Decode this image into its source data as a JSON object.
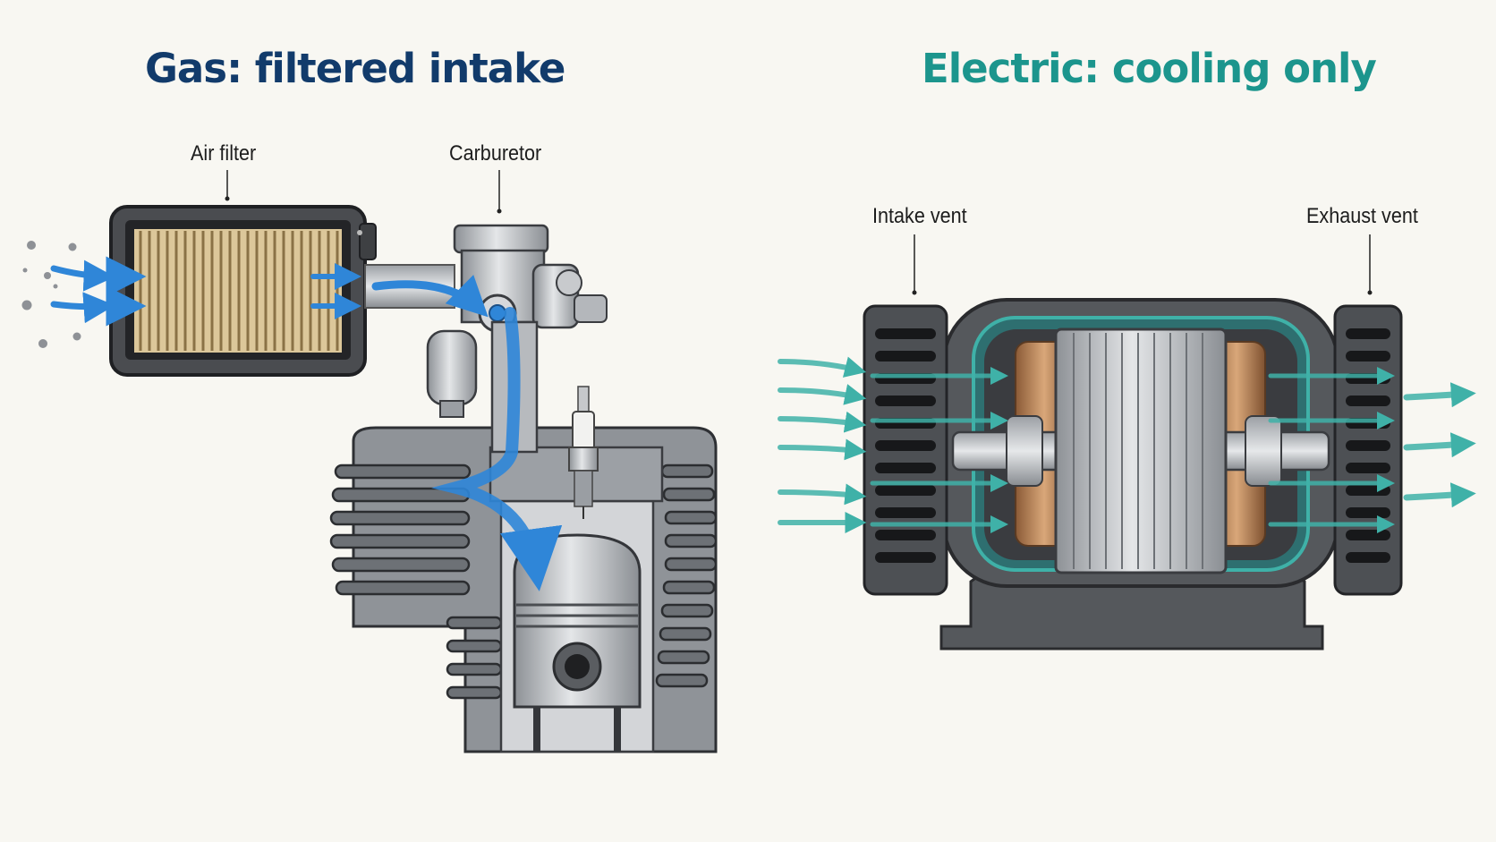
{
  "panels": {
    "gas": {
      "title": "Gas: filtered intake",
      "labels": {
        "air_filter": "Air filter",
        "carburetor": "Carburetor"
      }
    },
    "electric": {
      "title": "Electric: cooling only",
      "labels": {
        "intake_vent": "Intake vent",
        "exhaust_vent": "Exhaust vent"
      }
    }
  },
  "colors": {
    "gas_title": "#123b6b",
    "electric_title": "#1c958d",
    "intake_air": "#2f86d8",
    "cooling_air": "#3fb1a8",
    "metal": "#b9bcc0",
    "filter_pleats": "#dcc79a"
  }
}
